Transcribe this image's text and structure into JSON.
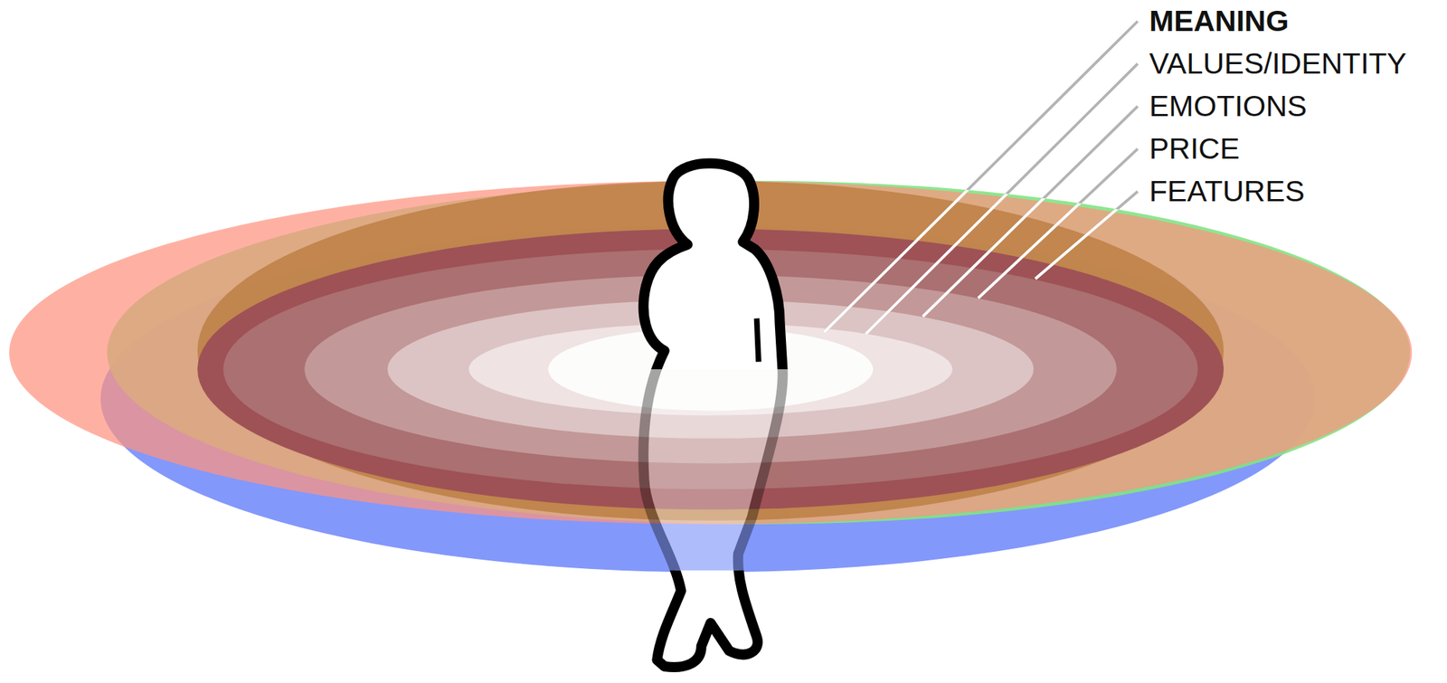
{
  "diagram": {
    "labels": [
      "MEANING",
      "VALUES/IDENTITY",
      "EMOTIONS",
      "PRICE",
      "FEATURES"
    ]
  }
}
